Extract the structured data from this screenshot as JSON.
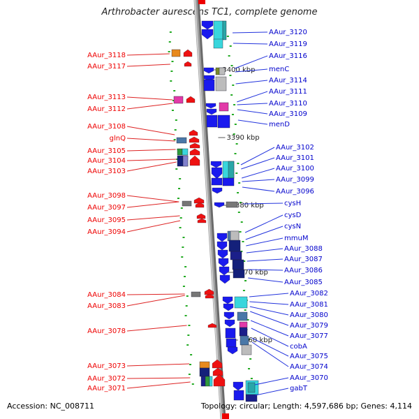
{
  "title": "Arthrobacter aurescens TC1, complete genome",
  "accession": "Accession: NC_008711",
  "topology": "Topology: circular; Length: 4,597,686 bp; Genes: 4,114",
  "colors": {
    "forward_label": "#ee0000",
    "reverse_label": "#0000cc",
    "backbone": "#a0a0a0",
    "tick": "#22aa22"
  },
  "kbp_markers": [
    "3400 kbp",
    "3390 kbp",
    "3380 kbp",
    "3370 kbp",
    "3360 kbp"
  ],
  "left_labels": [
    "AAur_3118",
    "AAur_3117",
    "AAur_3113",
    "AAur_3112",
    "AAur_3108",
    "glnQ",
    "AAur_3105",
    "AAur_3104",
    "AAur_3103",
    "AAur_3098",
    "AAur_3097",
    "AAur_3095",
    "AAur_3094",
    "AAur_3084",
    "AAur_3083",
    "AAur_3078",
    "AAur_3073",
    "AAur_3072",
    "AAur_3071"
  ],
  "right_labels": [
    "AAur_3120",
    "AAur_3119",
    "AAur_3116",
    "menC",
    "AAur_3114",
    "AAur_3111",
    "AAur_3110",
    "AAur_3109",
    "menD",
    "AAur_3102",
    "AAur_3101",
    "AAur_3100",
    "AAur_3099",
    "AAur_3096",
    "cysH",
    "cysD",
    "cysN",
    "mmuM",
    "AAur_3088",
    "AAur_3087",
    "AAur_3086",
    "AAur_3085",
    "AAur_3082",
    "AAur_3081",
    "AAur_3080",
    "AAur_3079",
    "AAur_3077",
    "cobA",
    "AAur_3075",
    "AAur_3074",
    "AAur_3070",
    "gabT"
  ]
}
